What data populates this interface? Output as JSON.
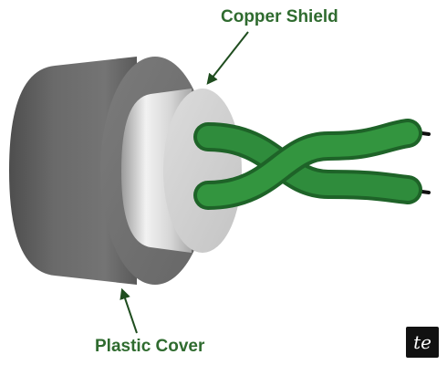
{
  "labels": {
    "copper_shield": "Copper Shield",
    "plastic_cover": "Plastic Cover"
  },
  "logo": {
    "text": "te"
  },
  "colors": {
    "label_text": "#2f6b2f",
    "cover_dark": "#5e5e5e",
    "cover_face": "#737373",
    "shield_light": "#d9d9d9",
    "shield_face": "#d2d2d2",
    "wire_green": "#2e8b3c",
    "wire_green_dark": "#1f6b2a",
    "wire_tip": "#111111",
    "logo_bg": "#111111",
    "logo_fg": "#ffffff"
  },
  "icons": {
    "arrow": "arrow-icon",
    "logo": "te-logo-icon"
  }
}
